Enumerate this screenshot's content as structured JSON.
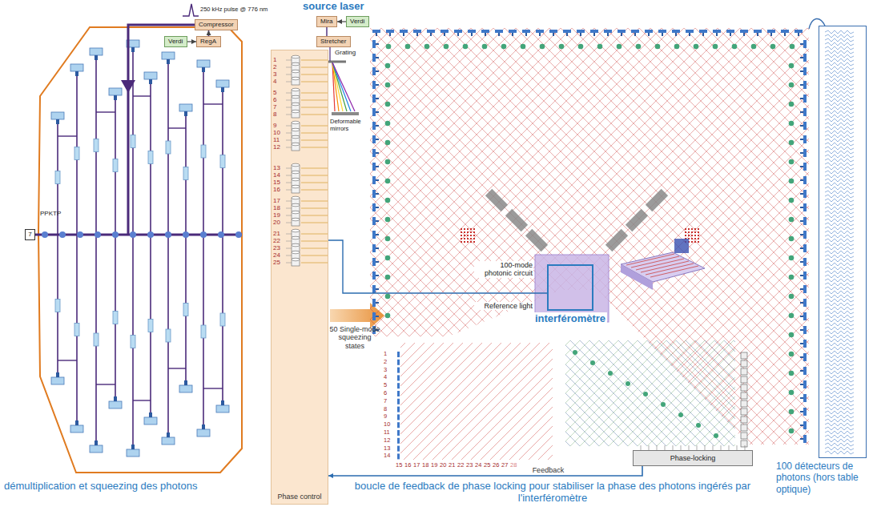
{
  "diagram": {
    "nodes": [
      {
        "text": [
          "Compressor"
        ]
      },
      {
        "text": [
          "Verdi"
        ]
      },
      {
        "text": [
          "RegA"
        ]
      },
      {
        "text": [
          "Mira"
        ]
      },
      {
        "text": [
          "Verdi"
        ]
      },
      {
        "text": [
          "Stretcher"
        ]
      },
      {
        "text": [
          "7"
        ]
      },
      {
        "text": [
          "Phase control"
        ]
      },
      {
        "text": [
          "interféromètre"
        ]
      },
      {
        "text": [
          "Phase-locking"
        ]
      },
      {
        "text": [
          "100 détecteurs de photons (hors table optique)"
        ]
      }
    ],
    "edges": [
      {
        "from": 1,
        "to": 2,
        "arrow": "to"
      },
      {
        "from": 4,
        "to": 3,
        "arrow": "to"
      },
      {
        "from": 3,
        "to": 5,
        "arrow": "none"
      },
      {
        "from": 2,
        "to": 0,
        "arrow": "to"
      },
      {
        "from": 9,
        "to": 7,
        "arrow": "to",
        "label": "Feedback"
      },
      {
        "from": 7,
        "to": 8,
        "arrow": "none"
      }
    ],
    "labels": [
      "source laser",
      "250 kHz pulse @ 776 nm",
      "Grating",
      "Deformable mirrors",
      "PPKTP",
      "1",
      "2",
      "3",
      "4",
      "5",
      "6",
      "7",
      "8",
      "9",
      "10",
      "11",
      "12",
      "13",
      "14",
      "15",
      "16",
      "17",
      "18",
      "19",
      "20",
      "21",
      "22",
      "23",
      "24",
      "25",
      "50 Single-mode squeezing states",
      "100-mode photonic circuit",
      "Reference light",
      "1",
      "2",
      "3",
      "4",
      "5",
      "6",
      "7",
      "8",
      "9",
      "10",
      "11",
      "12",
      "13",
      "14",
      "15",
      "16",
      "17",
      "18",
      "19",
      "20",
      "21",
      "22",
      "23",
      "24",
      "25",
      "26",
      "27",
      "28",
      "démultiplication et squeezing des photons",
      "boucle de feedback de phase locking pour stabiliser la phase des photons ingérés par l'interféromètre"
    ]
  }
}
